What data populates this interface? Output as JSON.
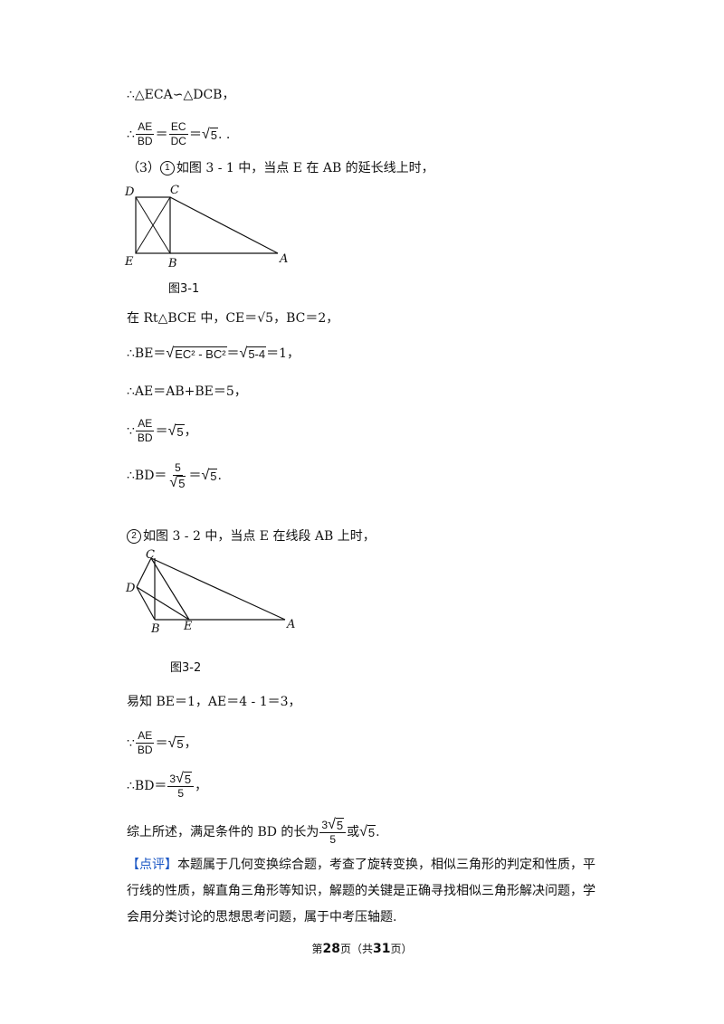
{
  "lines": {
    "l1": "∴△ECA∽△DCB，",
    "l2_frac1_num": "AE",
    "l2_frac1_den": "BD",
    "l2_frac2_num": "EC",
    "l2_frac2_den": "DC",
    "l2_eq": "＝",
    "l2_rad": "5",
    "l2_tail": ".  .",
    "l3_pre": "（3）",
    "l3_circ": "1",
    "l3_text": "如图 3 - 1 中，当点 E 在 AB 的延长线上时，",
    "l4_text": "在 Rt△BCE 中，CE＝√5，BC＝2，",
    "l5_pre": "∴BE＝",
    "l5_rad": "EC² - BC²",
    "l5_eq": "＝",
    "l5_rad2": "5-4",
    "l5_tail": "＝1，",
    "l6": "∴AE＝AB+BE＝5，",
    "l7_pre": "∵",
    "l7_num": "AE",
    "l7_den": "BD",
    "l7_rad": "5",
    "l7_tail": "，",
    "l8_pre": "∴BD＝",
    "l8_num": "5",
    "l8_den_rad": "5",
    "l8_rad": "5",
    "l8_tail": ".",
    "l9_circ": "2",
    "l9_text": "如图 3 - 2 中，当点 E 在线段 AB 上时，",
    "l10": "易知 BE＝1，AE＝4 - 1＝3，",
    "l11_pre": "∵",
    "l11_num": "AE",
    "l11_den": "BD",
    "l11_rad": "5",
    "l11_tail": "，",
    "l12_pre": "∴BD＝",
    "l12_num_coef": "3",
    "l12_num_rad": "5",
    "l12_den": "5",
    "l12_tail": "，",
    "l13_pre": "综上所述，满足条件的 BD 的长为",
    "l13_num_coef": "3",
    "l13_num_rad": "5",
    "l13_den": "5",
    "l13_mid": "或",
    "l13_rad": "5",
    "l13_tail": "."
  },
  "figure1": {
    "caption": "图3-1",
    "labels": {
      "D": "D",
      "C": "C",
      "E": "E",
      "B": "B",
      "A": "A"
    }
  },
  "figure2": {
    "caption": "图3-2",
    "labels": {
      "C": "C",
      "D": "D",
      "B": "B",
      "E": "E",
      "A": "A"
    }
  },
  "comment": {
    "tag": "【点评】",
    "text": "本题属于几何变换综合题，考查了旋转变换，相似三角形的判定和性质，平行线的性质，解直角三角形等知识，解题的关键是正确寻找相似三角形解决问题，学会用分类讨论的思想思考问题，属于中考压轴题."
  },
  "footer": {
    "pre": "第",
    "page": "28",
    "mid": "页（共",
    "total": "31",
    "post": "页）"
  },
  "colors": {
    "accent": "#1a56c4",
    "text": "#111111"
  }
}
